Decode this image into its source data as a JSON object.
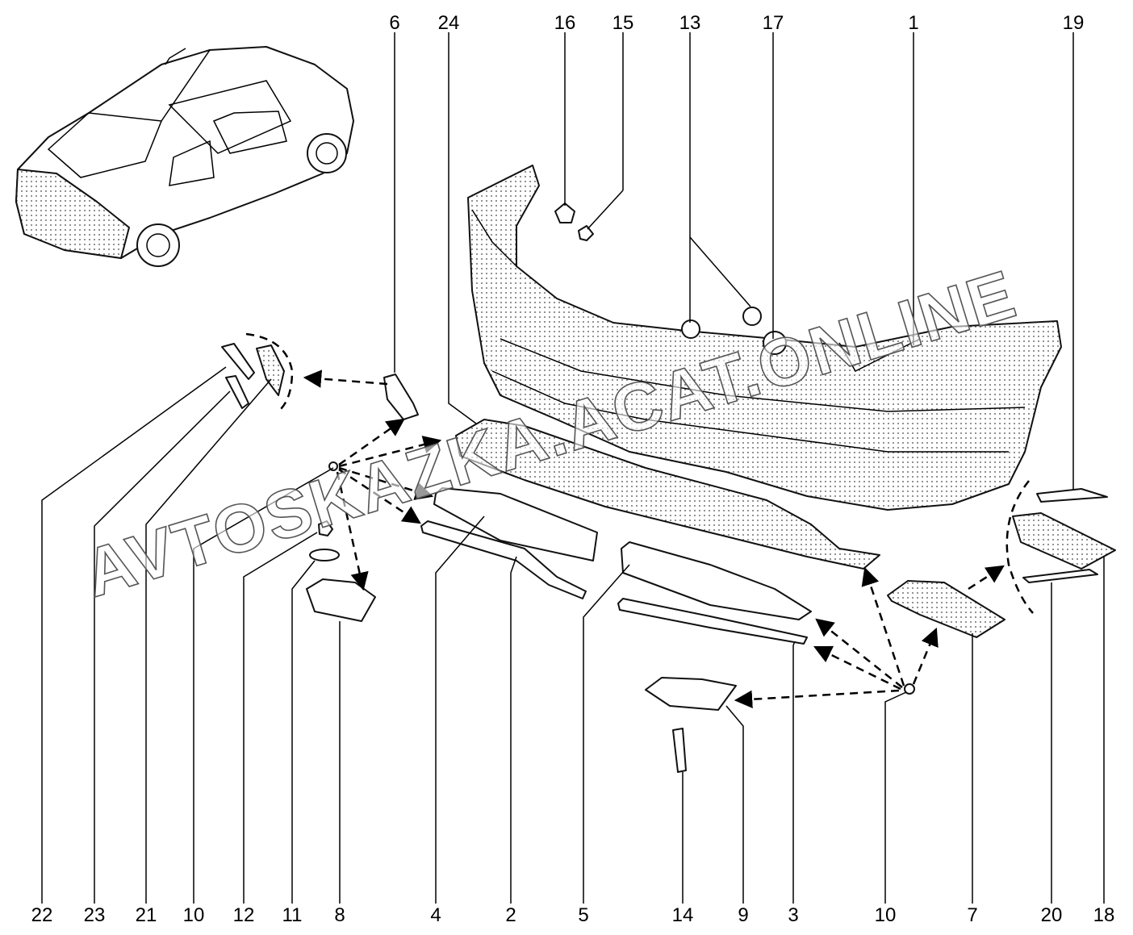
{
  "watermark": {
    "text": "AVTOSKAZKA.ACAT.ONLINE"
  },
  "callouts": {
    "top": [
      "6",
      "24",
      "16",
      "15",
      "13",
      "17",
      "1",
      "19"
    ],
    "bottom": [
      "22",
      "23",
      "21",
      "10",
      "12",
      "11",
      "8",
      "4",
      "2",
      "5",
      "14",
      "9",
      "3",
      "10",
      "7",
      "20",
      "18"
    ]
  }
}
